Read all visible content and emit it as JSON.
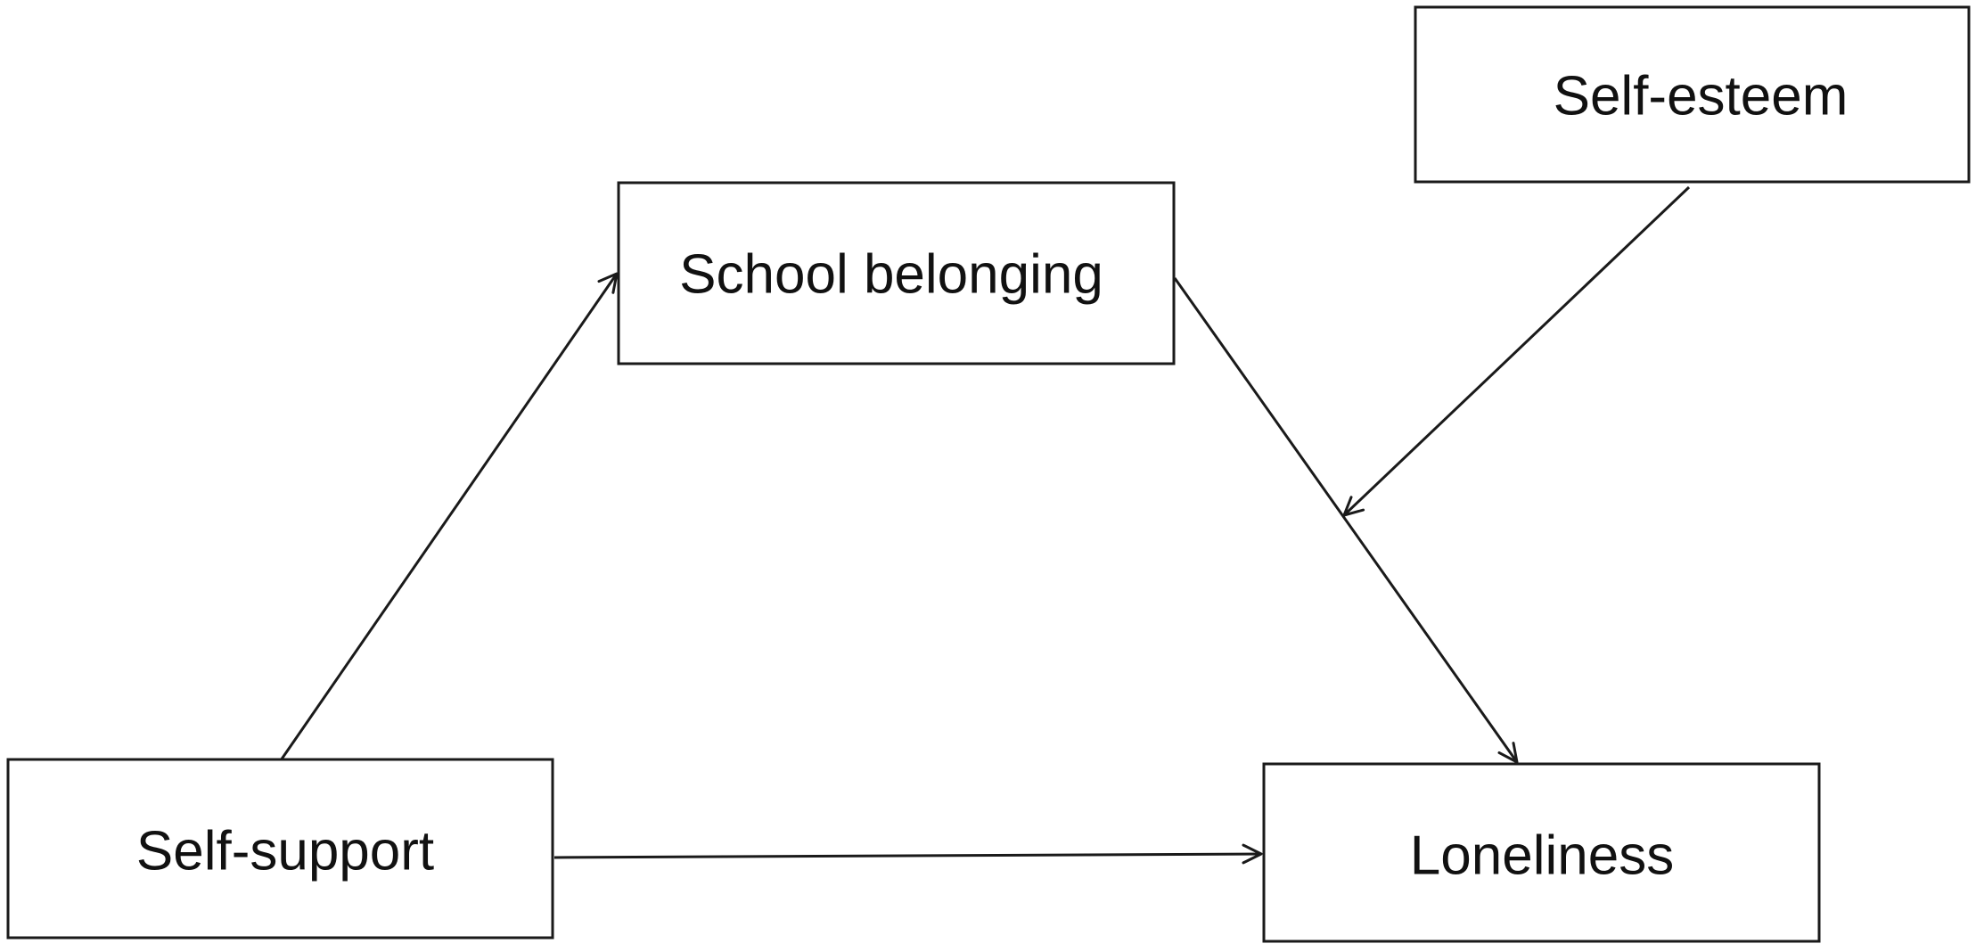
{
  "diagram": {
    "nodes": {
      "self_esteem": "Self-esteem",
      "school_belonging": "School belonging",
      "self_support": "Self-support",
      "loneliness": "Loneliness"
    },
    "edges": [
      {
        "from": "self_support",
        "to": "school_belonging"
      },
      {
        "from": "school_belonging",
        "to": "loneliness"
      },
      {
        "from": "self_support",
        "to": "loneliness"
      },
      {
        "from": "self_esteem",
        "to": "school_belonging-loneliness path"
      }
    ],
    "colors": {
      "line": "#1a1a1a",
      "text": "#111111",
      "background": "#ffffff"
    }
  }
}
